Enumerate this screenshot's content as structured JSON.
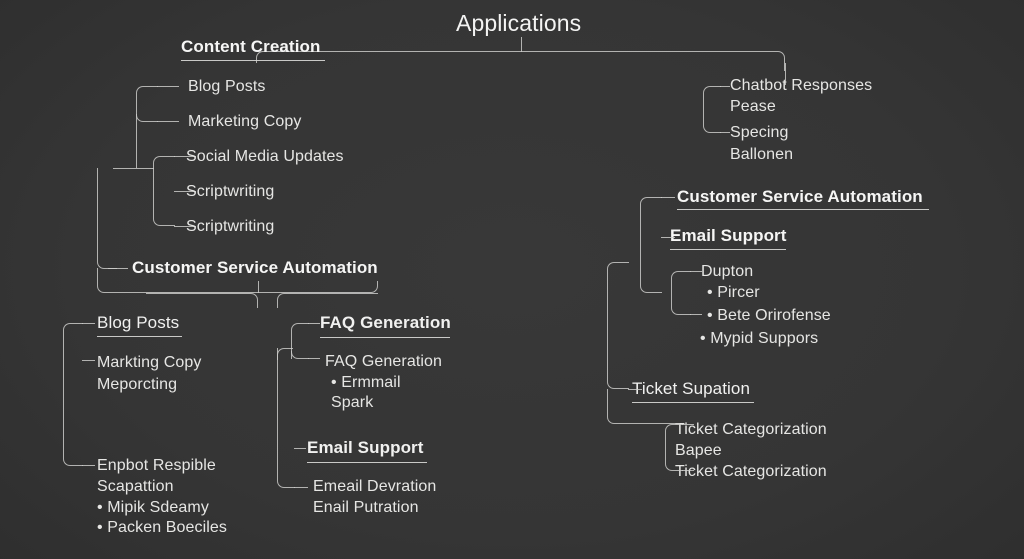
{
  "root": {
    "title": "Applications"
  },
  "branches": {
    "content_creation": {
      "heading": "Content Creation",
      "items": [
        "Blog Posts",
        "Marketing Copy",
        "Social Media Updates",
        "Scriptwriting",
        "Scriptwriting"
      ]
    },
    "chatbot": {
      "items": [
        "Chatbot Responses",
        "Pease",
        "Specing",
        "Ballonen"
      ]
    },
    "customer_service_left": {
      "heading": "Customer Service Automation",
      "blog_posts": {
        "subheading": "Blog Posts",
        "lines": [
          "Markting Copy",
          "Meporcting"
        ],
        "lines2": [
          "Enpbot Respible",
          "Scapattion"
        ],
        "bullets": [
          "• Mipik Sdeamy",
          "• Packen Boeciles"
        ]
      },
      "faq": {
        "subheading": "FAQ Generation",
        "lines": [
          "FAQ Generation",
          "• Ermmail",
          "Spark"
        ]
      },
      "email": {
        "subheading": "Email Support",
        "lines": [
          "Emeail Devration",
          "Enail Putration"
        ]
      }
    },
    "customer_service_right": {
      "heading": "Customer Service Automation",
      "email_support": {
        "subheading": "Email Support",
        "lines": [
          "Dupton",
          "• Pircer",
          "• Bete Orirofense",
          "• Mypid Suppors"
        ]
      },
      "ticket": {
        "subheading": "Ticket Supation",
        "lines": [
          "Ticket Categorization",
          "Bapee",
          "Ticket Categorization"
        ]
      }
    }
  },
  "style": {
    "background": "#353535",
    "text_color": "#e8e8e6",
    "line_color": "#cfcfcd"
  }
}
